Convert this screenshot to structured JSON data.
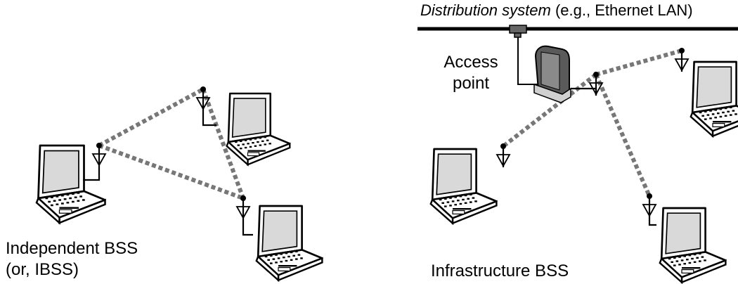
{
  "distribution_system": {
    "title_italic": "Distribution system",
    "title_rest": " (e.g., Ethernet LAN)"
  },
  "access_point": {
    "line1": "Access",
    "line2": "point"
  },
  "ibss": {
    "line1": "Independent BSS",
    "line2": "(or, IBSS)"
  },
  "infrastructure": {
    "label": "Infrastructure BSS"
  },
  "colors": {
    "link": "#777777",
    "outline": "#000000",
    "screen": "#d9d9d9",
    "ap_body": "#555555"
  }
}
